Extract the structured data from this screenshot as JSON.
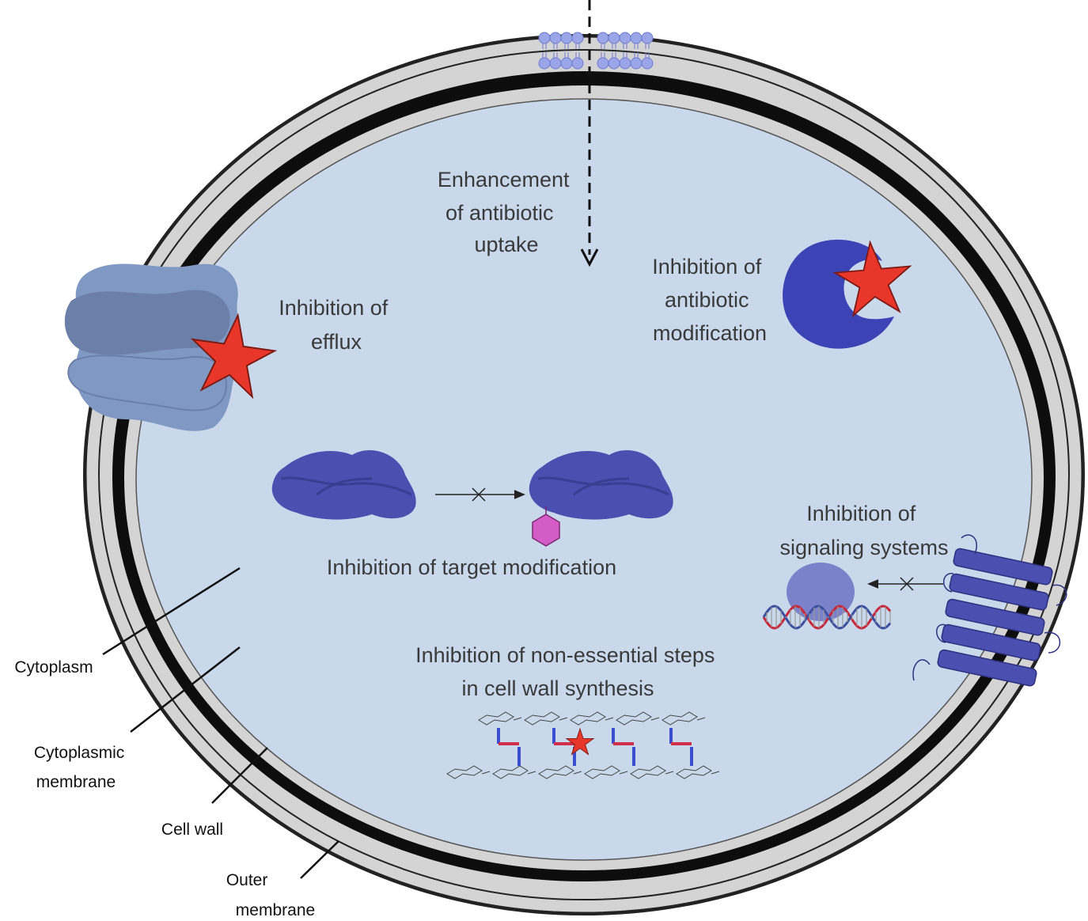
{
  "labels": {
    "uptake": [
      "Enhancement",
      "of antibiotic",
      "uptake"
    ],
    "efflux": [
      "Inhibition of",
      "efflux"
    ],
    "modification": [
      "Inhibition of",
      "antibiotic",
      "modification"
    ],
    "target": [
      "Inhibition of target modification"
    ],
    "signaling": [
      "Inhibition of",
      "signaling systems"
    ],
    "cellwall": [
      "Inhibition of non-essential steps",
      "in  cell wall synthesis"
    ]
  },
  "layers": {
    "cytoplasm": [
      "Cytoplasm"
    ],
    "cytoplasmic_membrane": [
      "Cytoplasmic",
      "membrane"
    ],
    "cell_wall": [
      "Cell wall"
    ],
    "outer_membrane": [
      "Outer",
      "membrane"
    ]
  },
  "colors": {
    "cytoplasm": "#c9d8eb",
    "membrane_gray": "#d4d4d4",
    "membrane_black": "#0d0d0d",
    "protein": "#4a4fb0",
    "efflux_pump": "#7f99c4",
    "star": "#e8362b",
    "hexagon": "#d45cc6",
    "dna_red": "#c8283a",
    "dna_blue": "#3a4fa0",
    "lipid": "#9aa6e8"
  },
  "icons": [
    "efflux-pump-icon",
    "enzyme-icon",
    "antibiotic-star-icon",
    "ribosome-icon",
    "modification-hexagon-icon",
    "receptor-icon",
    "dna-icon",
    "peptidoglycan-icon",
    "porin-lipid-icon"
  ]
}
